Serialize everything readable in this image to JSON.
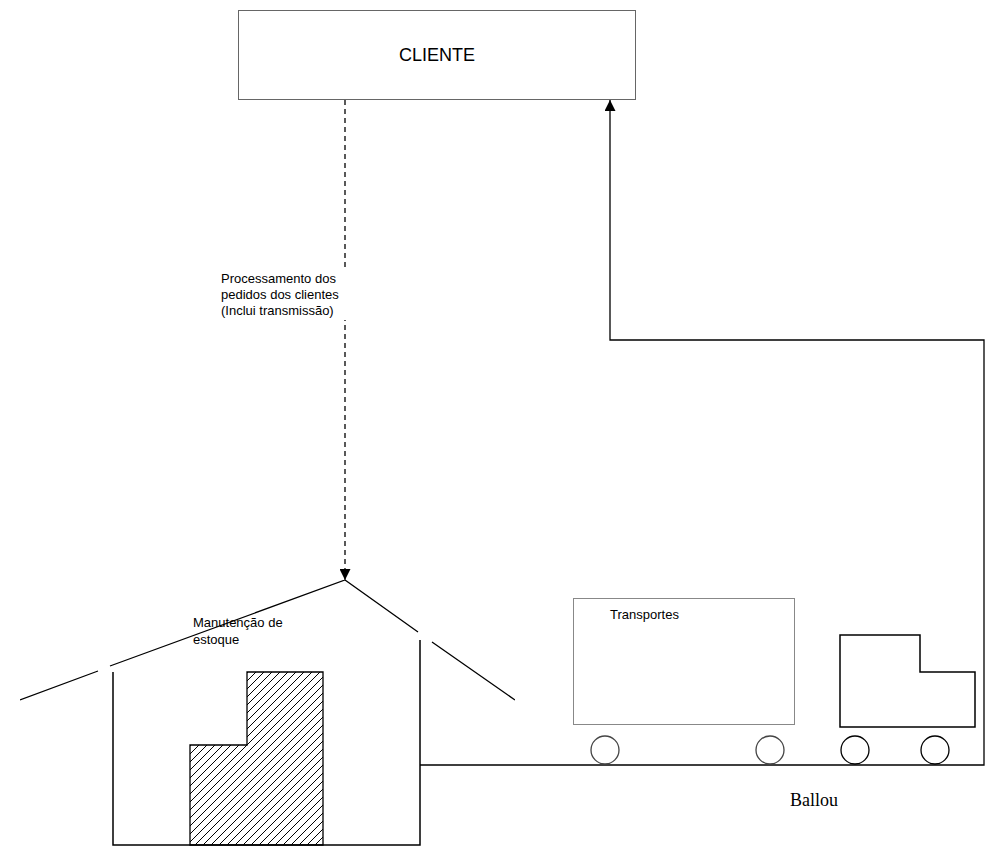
{
  "diagram": {
    "nodes": [
      {
        "text": [
          "CLIENTE"
        ]
      },
      {
        "text": [
          "Manutenção de estoque"
        ]
      },
      {
        "text": [
          "Transportes"
        ]
      }
    ],
    "edges": [
      {
        "from": 0,
        "to": 1,
        "arrow": "to",
        "label": "Processamento dos pedidos dos clientes (Inclui transmissão)"
      },
      {
        "from": 1,
        "to": 0,
        "arrow": "to"
      }
    ],
    "labels": [
      "Ballou"
    ]
  }
}
